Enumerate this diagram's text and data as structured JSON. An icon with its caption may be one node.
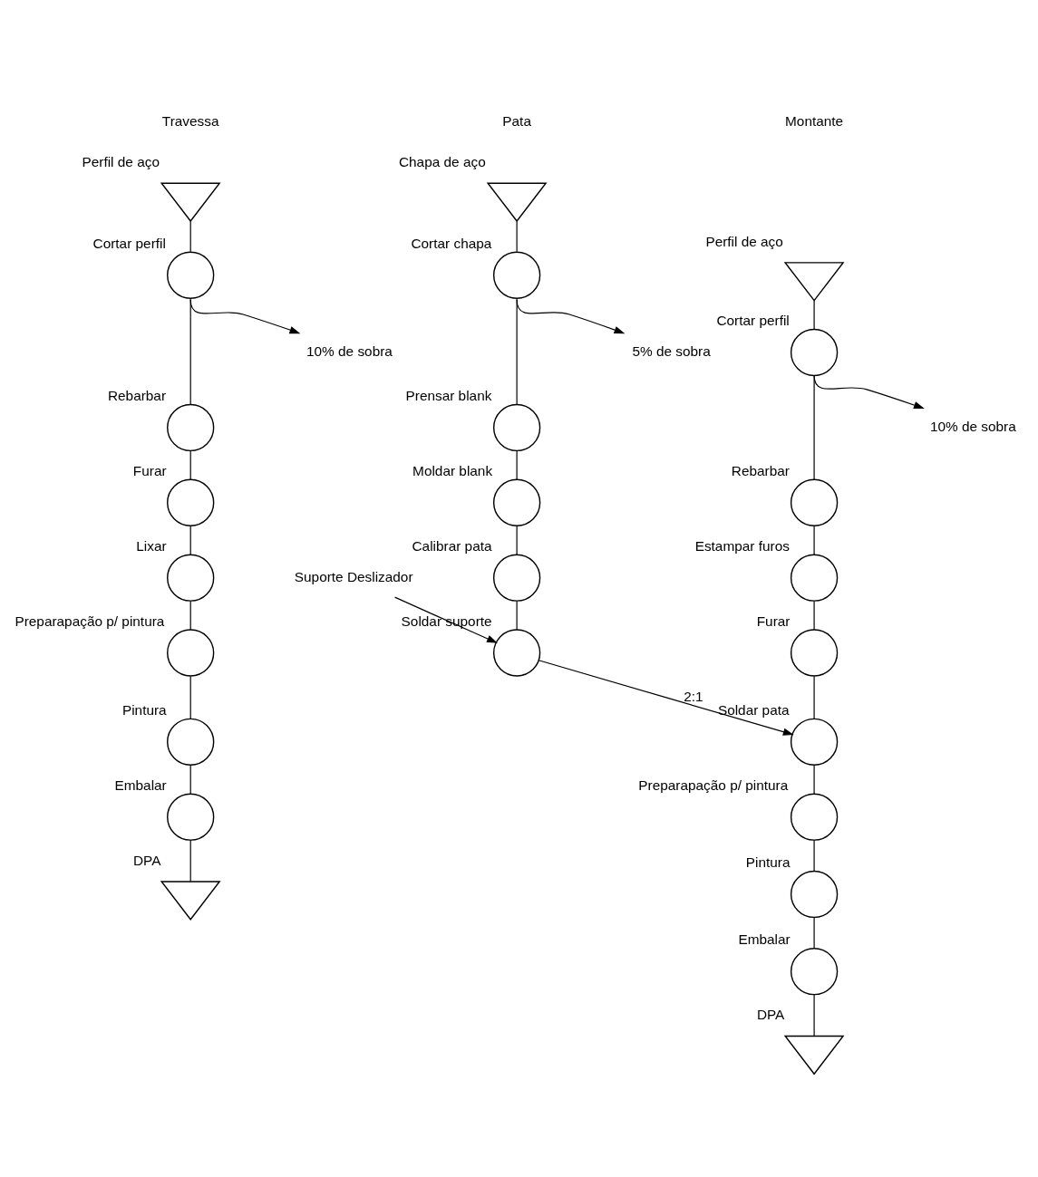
{
  "diagram": {
    "nodes": [
      {
        "text": [],
        "shape": "triangle",
        "beside": [
          "Perfil de aço"
        ]
      },
      {
        "text": [],
        "shape": "circle",
        "beside": [
          "Cortar perfil"
        ]
      },
      {
        "text": [
          "10% de sobra"
        ]
      },
      {
        "text": [],
        "shape": "circle",
        "beside": [
          "Rebarbar"
        ]
      },
      {
        "text": [],
        "shape": "circle",
        "beside": [
          "Furar"
        ]
      },
      {
        "text": [],
        "shape": "circle",
        "beside": [
          "Lixar"
        ]
      },
      {
        "text": [],
        "shape": "circle",
        "beside": [
          "Preparapação p/ pintura"
        ]
      },
      {
        "text": [],
        "shape": "circle",
        "beside": [
          "Pintura"
        ]
      },
      {
        "text": [],
        "shape": "circle",
        "beside": [
          "Embalar"
        ]
      },
      {
        "text": [],
        "shape": "triangle",
        "beside": [
          "DPA"
        ]
      },
      {
        "text": [],
        "shape": "triangle",
        "beside": [
          "Chapa de aço"
        ]
      },
      {
        "text": [],
        "shape": "circle",
        "beside": [
          "Cortar chapa"
        ]
      },
      {
        "text": [
          "5% de sobra"
        ]
      },
      {
        "text": [],
        "shape": "circle",
        "beside": [
          "Prensar blank"
        ]
      },
      {
        "text": [],
        "shape": "circle",
        "beside": [
          "Moldar blank"
        ]
      },
      {
        "text": [],
        "shape": "circle",
        "beside": [
          "Calibrar pata"
        ]
      },
      {
        "text": [
          "Suporte Deslizador"
        ]
      },
      {
        "text": [],
        "shape": "circle",
        "beside": [
          "Soldar suporte"
        ]
      },
      {
        "text": [],
        "shape": "triangle",
        "beside": [
          "Perfil de aço"
        ]
      },
      {
        "text": [],
        "shape": "circle",
        "beside": [
          "Cortar perfil"
        ]
      },
      {
        "text": [
          "10% de sobra"
        ]
      },
      {
        "text": [],
        "shape": "circle",
        "beside": [
          "Rebarbar"
        ]
      },
      {
        "text": [],
        "shape": "circle",
        "beside": [
          "Estampar furos"
        ]
      },
      {
        "text": [],
        "shape": "circle",
        "beside": [
          "Furar"
        ]
      },
      {
        "text": [],
        "shape": "circle",
        "beside": [
          "Soldar pata"
        ]
      },
      {
        "text": [],
        "shape": "circle",
        "beside": [
          "Preparapação p/ pintura"
        ]
      },
      {
        "text": [],
        "shape": "circle",
        "beside": [
          "Pintura"
        ]
      },
      {
        "text": [],
        "shape": "circle",
        "beside": [
          "Embalar"
        ]
      },
      {
        "text": [],
        "shape": "triangle",
        "beside": [
          "DPA"
        ]
      }
    ],
    "edges": [
      {
        "from": 0,
        "to": 1,
        "arrow": "none"
      },
      {
        "from": 1,
        "to": 2,
        "arrow": "to"
      },
      {
        "from": 1,
        "to": 3,
        "arrow": "none"
      },
      {
        "from": 3,
        "to": 4,
        "arrow": "none"
      },
      {
        "from": 4,
        "to": 5,
        "arrow": "none"
      },
      {
        "from": 5,
        "to": 6,
        "arrow": "none"
      },
      {
        "from": 6,
        "to": 7,
        "arrow": "none"
      },
      {
        "from": 7,
        "to": 8,
        "arrow": "none"
      },
      {
        "from": 8,
        "to": 9,
        "arrow": "none"
      },
      {
        "from": 10,
        "to": 11,
        "arrow": "none"
      },
      {
        "from": 11,
        "to": 12,
        "arrow": "to"
      },
      {
        "from": 11,
        "to": 13,
        "arrow": "none"
      },
      {
        "from": 13,
        "to": 14,
        "arrow": "none"
      },
      {
        "from": 14,
        "to": 15,
        "arrow": "none"
      },
      {
        "from": 15,
        "to": 17,
        "arrow": "none"
      },
      {
        "from": 16,
        "to": 17,
        "arrow": "to"
      },
      {
        "from": 17,
        "to": 24,
        "arrow": "to",
        "label": "2:1"
      },
      {
        "from": 18,
        "to": 19,
        "arrow": "none"
      },
      {
        "from": 19,
        "to": 20,
        "arrow": "to"
      },
      {
        "from": 19,
        "to": 21,
        "arrow": "none"
      },
      {
        "from": 21,
        "to": 22,
        "arrow": "none"
      },
      {
        "from": 22,
        "to": 23,
        "arrow": "none"
      },
      {
        "from": 23,
        "to": 24,
        "arrow": "none"
      },
      {
        "from": 24,
        "to": 25,
        "arrow": "none"
      },
      {
        "from": 25,
        "to": 26,
        "arrow": "none"
      },
      {
        "from": 26,
        "to": 27,
        "arrow": "none"
      },
      {
        "from": 27,
        "to": 28,
        "arrow": "none"
      }
    ],
    "labels": [
      "Travessa",
      "Pata",
      "Montante"
    ]
  }
}
